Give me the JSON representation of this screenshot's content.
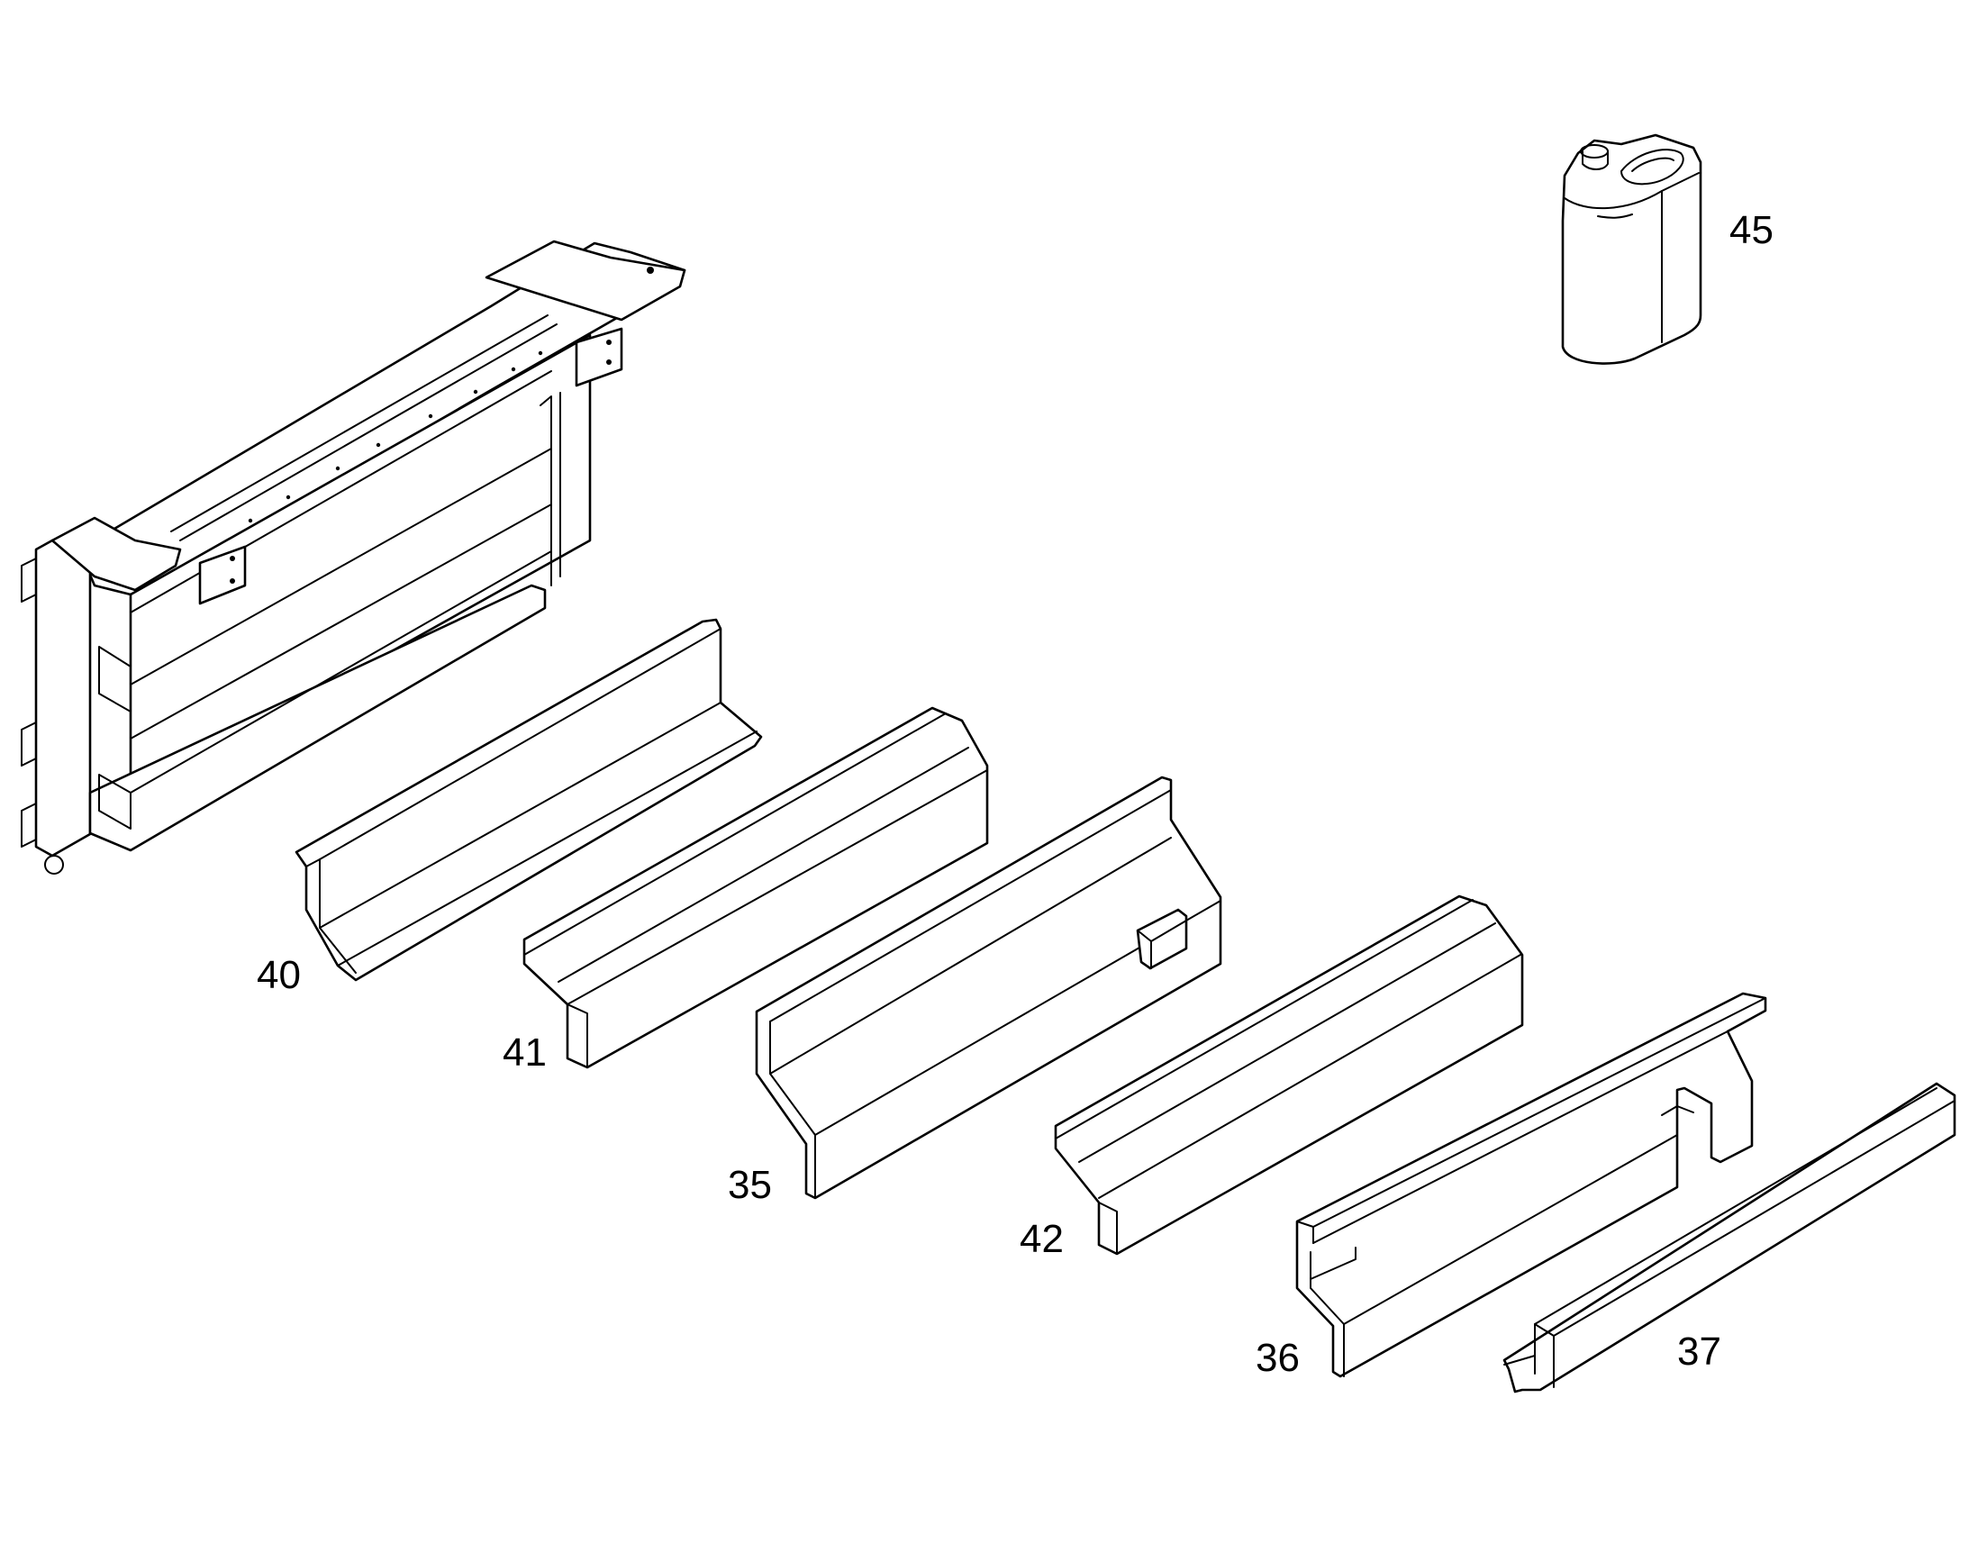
{
  "callouts": {
    "p45": "45",
    "p40": "40",
    "p41": "41",
    "p35": "35",
    "p42": "42",
    "p36": "36",
    "p37": "37"
  }
}
